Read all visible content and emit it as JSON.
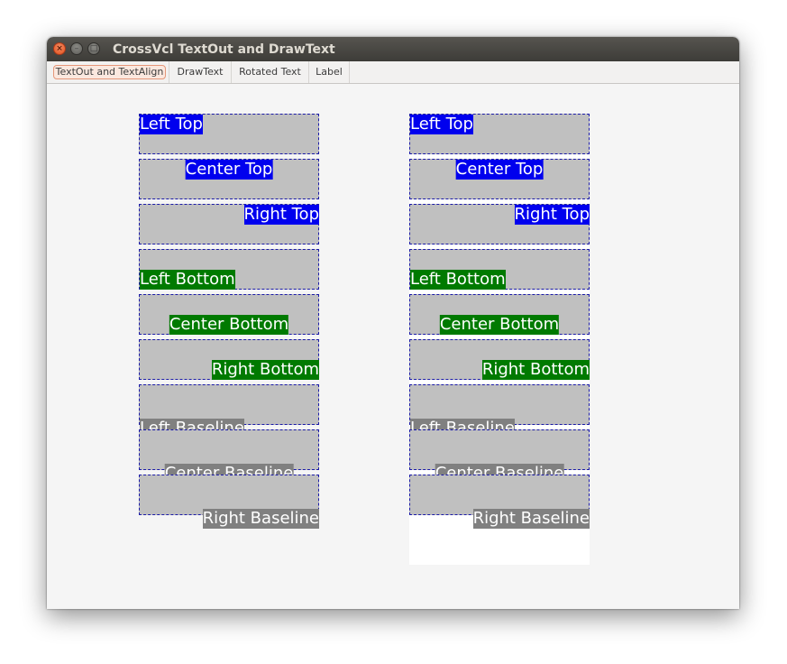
{
  "window": {
    "title": "CrossVcl TextOut and DrawText",
    "controls": {
      "close": "×",
      "minimize": "–",
      "maximize": "□"
    }
  },
  "tabs": [
    {
      "label": "TextOut and TextAlign",
      "active": true
    },
    {
      "label": "DrawText",
      "active": false
    },
    {
      "label": "Rotated Text",
      "active": false
    },
    {
      "label": "Label",
      "active": false
    }
  ],
  "colors": {
    "top": "#0000ee",
    "bottom": "#007a00",
    "baseline": "#808080",
    "cell_bg": "#c0c0c0",
    "cell_border": "#1a1aa8"
  },
  "panels": [
    {
      "samples": [
        {
          "text": "Left Top",
          "align": "left",
          "valign": "top"
        },
        {
          "text": "Center Top",
          "align": "center",
          "valign": "top"
        },
        {
          "text": "Right Top",
          "align": "right",
          "valign": "top"
        },
        {
          "text": "Left Bottom",
          "align": "left",
          "valign": "bottom"
        },
        {
          "text": "Center Bottom",
          "align": "center",
          "valign": "bottom"
        },
        {
          "text": "Right Bottom",
          "align": "right",
          "valign": "bottom"
        },
        {
          "text": "Left Baseline",
          "align": "left",
          "valign": "baseline"
        },
        {
          "text": "Center Baseline",
          "align": "center",
          "valign": "baseline"
        },
        {
          "text": "Right Baseline",
          "align": "right",
          "valign": "baseline"
        }
      ]
    },
    {
      "samples": [
        {
          "text": "Left Top",
          "align": "left",
          "valign": "top"
        },
        {
          "text": "Center Top",
          "align": "center",
          "valign": "top"
        },
        {
          "text": "Right Top",
          "align": "right",
          "valign": "top"
        },
        {
          "text": "Left Bottom",
          "align": "left",
          "valign": "bottom"
        },
        {
          "text": "Center Bottom",
          "align": "center",
          "valign": "bottom"
        },
        {
          "text": "Right Bottom",
          "align": "right",
          "valign": "bottom"
        },
        {
          "text": "Left Baseline",
          "align": "left",
          "valign": "baseline"
        },
        {
          "text": "Center Baseline",
          "align": "center",
          "valign": "baseline"
        },
        {
          "text": "Right Baseline",
          "align": "right",
          "valign": "baseline"
        }
      ]
    }
  ]
}
